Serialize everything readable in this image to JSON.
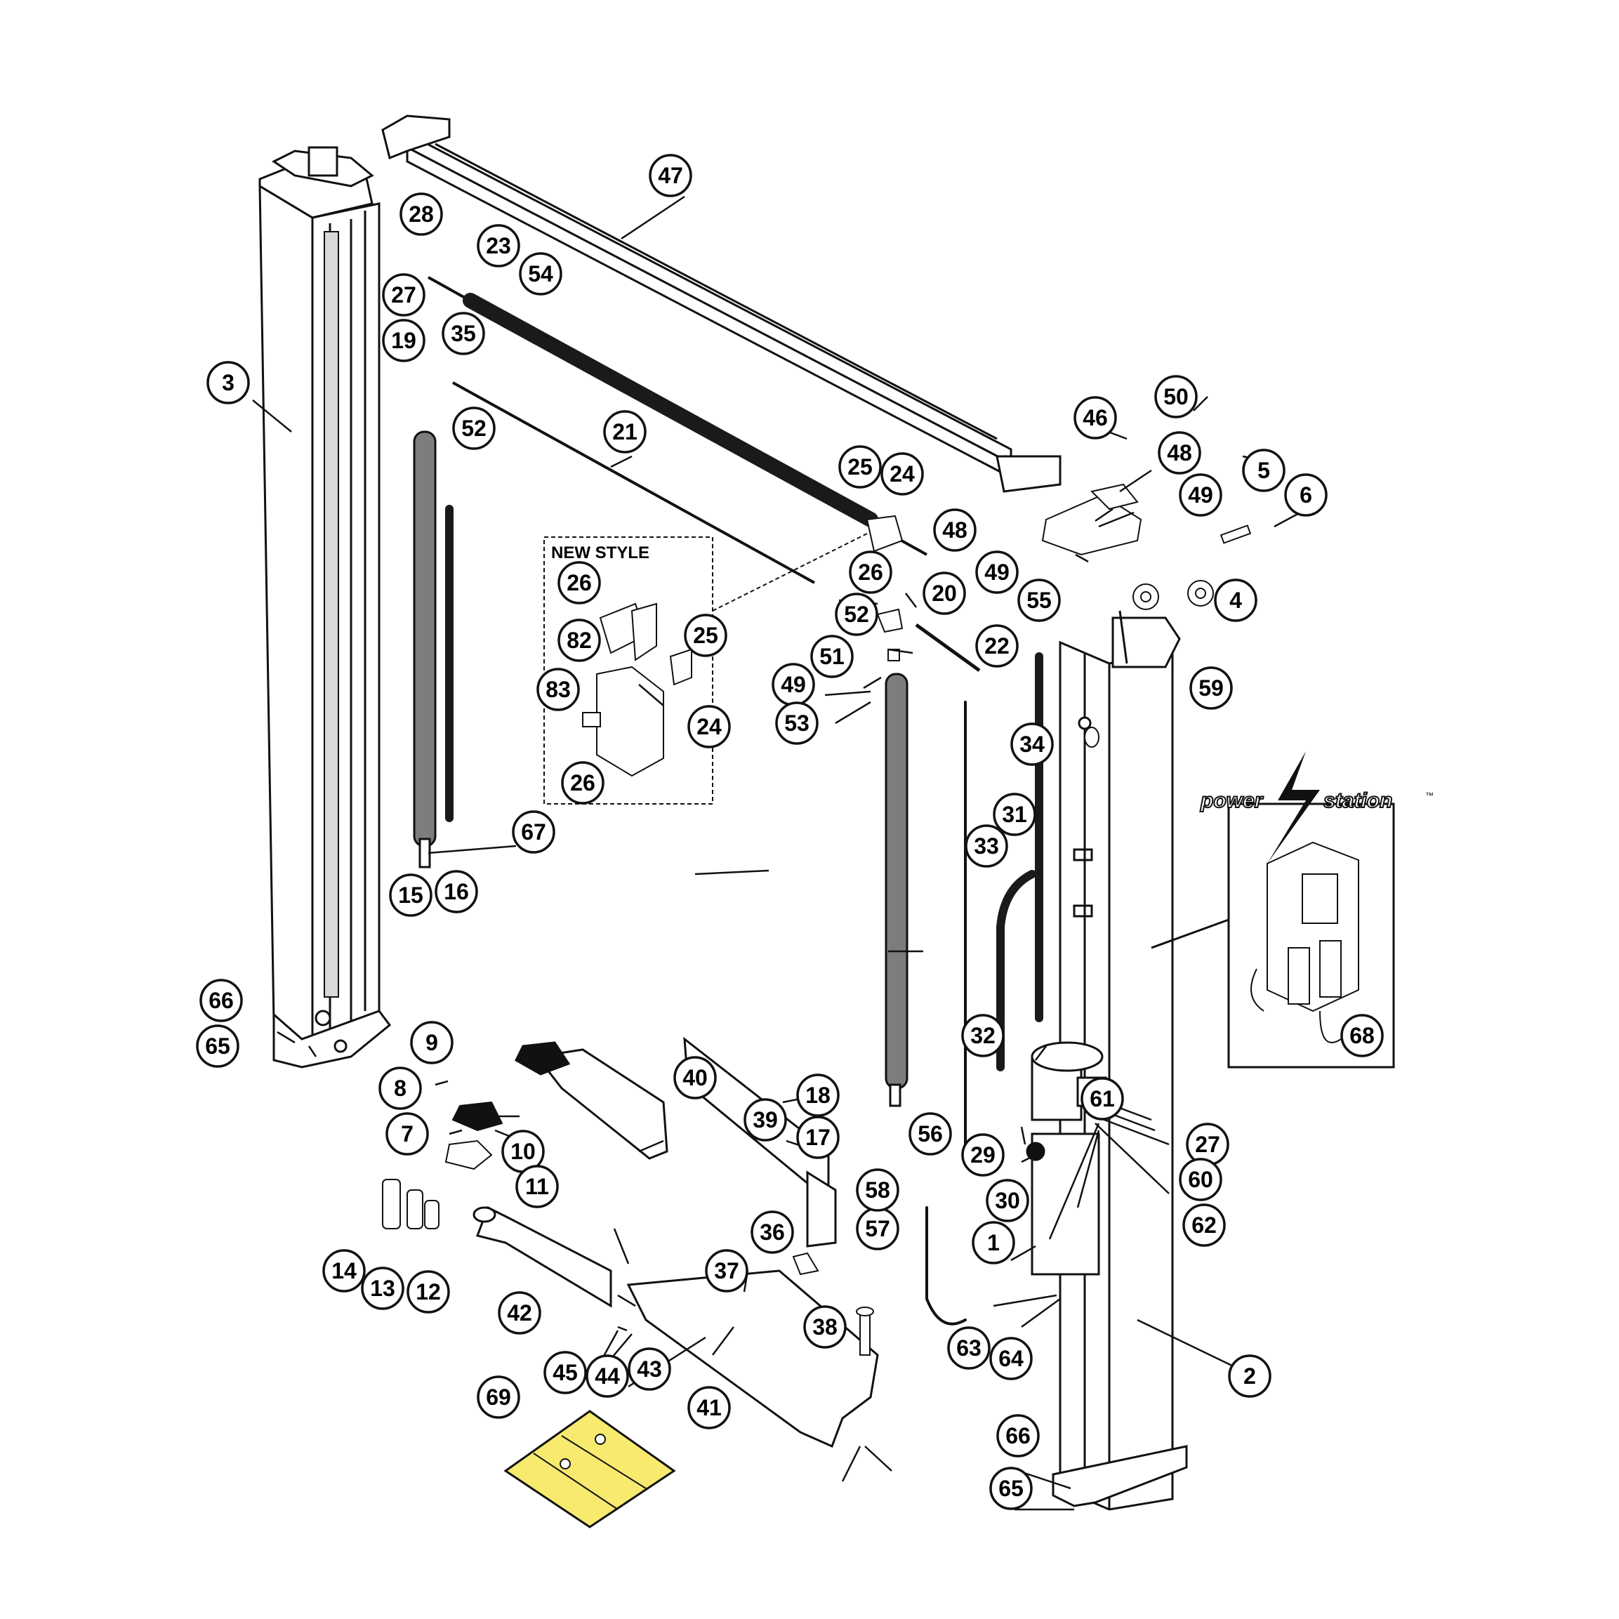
{
  "inset": {
    "title": "NEW STYLE"
  },
  "brand": {
    "left": "power",
    "right": "station",
    "tm": "™",
    "accent": "#000000"
  },
  "colors": {
    "highlight": "#f8ea6f",
    "hose": "#1a1a1a",
    "cylinder": "#7d7d7d",
    "line": "#111111"
  },
  "callouts": [
    {
      "n": "1"
    },
    {
      "n": "2"
    },
    {
      "n": "3"
    },
    {
      "n": "4"
    },
    {
      "n": "5"
    },
    {
      "n": "6"
    },
    {
      "n": "7"
    },
    {
      "n": "8"
    },
    {
      "n": "9"
    },
    {
      "n": "10"
    },
    {
      "n": "11"
    },
    {
      "n": "12"
    },
    {
      "n": "13"
    },
    {
      "n": "14"
    },
    {
      "n": "15"
    },
    {
      "n": "16"
    },
    {
      "n": "17"
    },
    {
      "n": "18"
    },
    {
      "n": "19"
    },
    {
      "n": "20"
    },
    {
      "n": "21"
    },
    {
      "n": "22"
    },
    {
      "n": "23"
    },
    {
      "n": "24"
    },
    {
      "n": "25"
    },
    {
      "n": "24"
    },
    {
      "n": "25"
    },
    {
      "n": "26"
    },
    {
      "n": "26"
    },
    {
      "n": "26"
    },
    {
      "n": "27"
    },
    {
      "n": "27"
    },
    {
      "n": "28"
    },
    {
      "n": "29"
    },
    {
      "n": "30"
    },
    {
      "n": "31"
    },
    {
      "n": "32"
    },
    {
      "n": "33"
    },
    {
      "n": "34"
    },
    {
      "n": "35"
    },
    {
      "n": "36"
    },
    {
      "n": "37"
    },
    {
      "n": "38"
    },
    {
      "n": "39"
    },
    {
      "n": "40"
    },
    {
      "n": "41"
    },
    {
      "n": "42"
    },
    {
      "n": "43"
    },
    {
      "n": "44"
    },
    {
      "n": "45"
    },
    {
      "n": "46"
    },
    {
      "n": "47"
    },
    {
      "n": "48"
    },
    {
      "n": "48"
    },
    {
      "n": "49"
    },
    {
      "n": "49"
    },
    {
      "n": "49"
    },
    {
      "n": "50"
    },
    {
      "n": "51"
    },
    {
      "n": "52"
    },
    {
      "n": "52"
    },
    {
      "n": "53"
    },
    {
      "n": "54"
    },
    {
      "n": "55"
    },
    {
      "n": "56"
    },
    {
      "n": "57"
    },
    {
      "n": "58"
    },
    {
      "n": "59"
    },
    {
      "n": "60"
    },
    {
      "n": "61"
    },
    {
      "n": "62"
    },
    {
      "n": "63"
    },
    {
      "n": "64"
    },
    {
      "n": "65"
    },
    {
      "n": "65"
    },
    {
      "n": "66"
    },
    {
      "n": "66"
    },
    {
      "n": "67"
    },
    {
      "n": "68"
    },
    {
      "n": "69"
    },
    {
      "n": "82"
    },
    {
      "n": "83"
    }
  ]
}
